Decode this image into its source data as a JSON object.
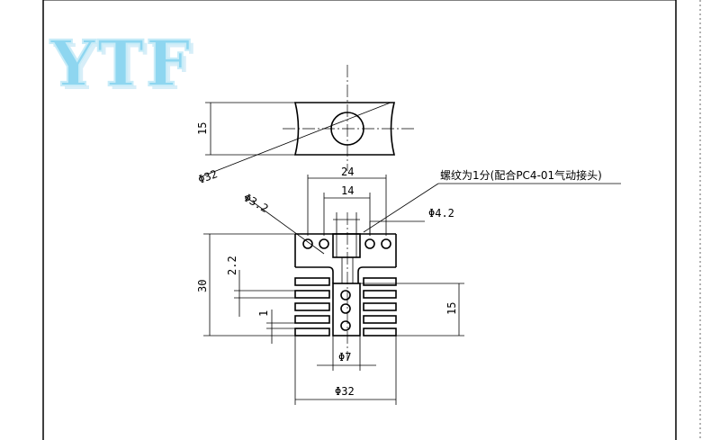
{
  "logo": {
    "text": "YTF",
    "color": "#8ed6f0"
  },
  "dimensions": {
    "top_height": "15",
    "top_diameter": "Φ32",
    "width_24": "24",
    "width_14": "14",
    "hole_3_2": "Φ3.2",
    "hole_4_2": "Φ4.2",
    "height_30": "30",
    "gap_2_2": "2.2",
    "fin_1": "1",
    "height_15": "15",
    "bore_7": "Φ7",
    "base_32": "Φ32"
  },
  "note": {
    "thread": "螺纹为1分(配合PC4-01气动接头)"
  }
}
